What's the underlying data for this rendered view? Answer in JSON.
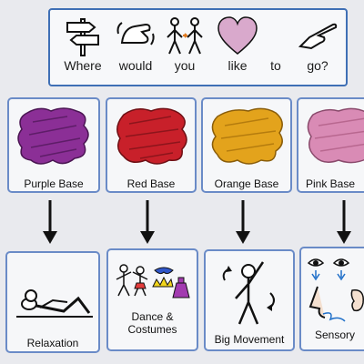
{
  "sentence": {
    "words": [
      "Where",
      "would",
      "you",
      "like",
      "to",
      "go?"
    ],
    "icons": [
      "signpost-icon",
      "hand-wave-icon",
      "two-people-icon",
      "heart-icon",
      "pointing-hand-icon"
    ]
  },
  "bases": [
    {
      "label": "Purple Base",
      "color": "#8b2f96"
    },
    {
      "label": "Red Base",
      "color": "#c8202a"
    },
    {
      "label": "Orange Base",
      "color": "#e3a31c"
    },
    {
      "label": "Pink Base",
      "color": "#d98bb5"
    }
  ],
  "activities": [
    {
      "label": "Relaxation",
      "icon": "person-lying-icon"
    },
    {
      "label_line1": "Dance &",
      "label_line2": "Costumes",
      "icon": "dancers-costumes-icon"
    },
    {
      "label": "Big Movement",
      "icon": "stick-figure-moving-icon"
    },
    {
      "label": "Sensory",
      "icon": "senses-icon"
    }
  ],
  "colors": {
    "border": "#3f6fb5",
    "arrow": "#111111",
    "heart": "#d9a9cc"
  }
}
